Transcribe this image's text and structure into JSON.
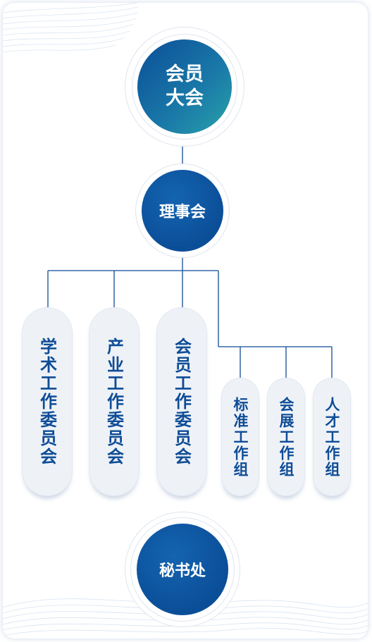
{
  "org_chart": {
    "top": {
      "line1": "会员",
      "line2": "大会"
    },
    "council": {
      "label": "理事会"
    },
    "committees": [
      {
        "label": "学术工作委员会"
      },
      {
        "label": "产业工作委员会"
      },
      {
        "label": "会员工作委员会"
      }
    ],
    "working_groups": [
      {
        "label": "标准工作组"
      },
      {
        "label": "会展工作组"
      },
      {
        "label": "人才工作组"
      }
    ],
    "secretariat": {
      "label": "秘书处"
    }
  },
  "colors": {
    "line": "#0f4c96",
    "node_dark": "#0b4e98",
    "node_teal": "#1e8fa3",
    "pill_text": "#0f4c96",
    "pill_bg": "#eef2f7"
  }
}
